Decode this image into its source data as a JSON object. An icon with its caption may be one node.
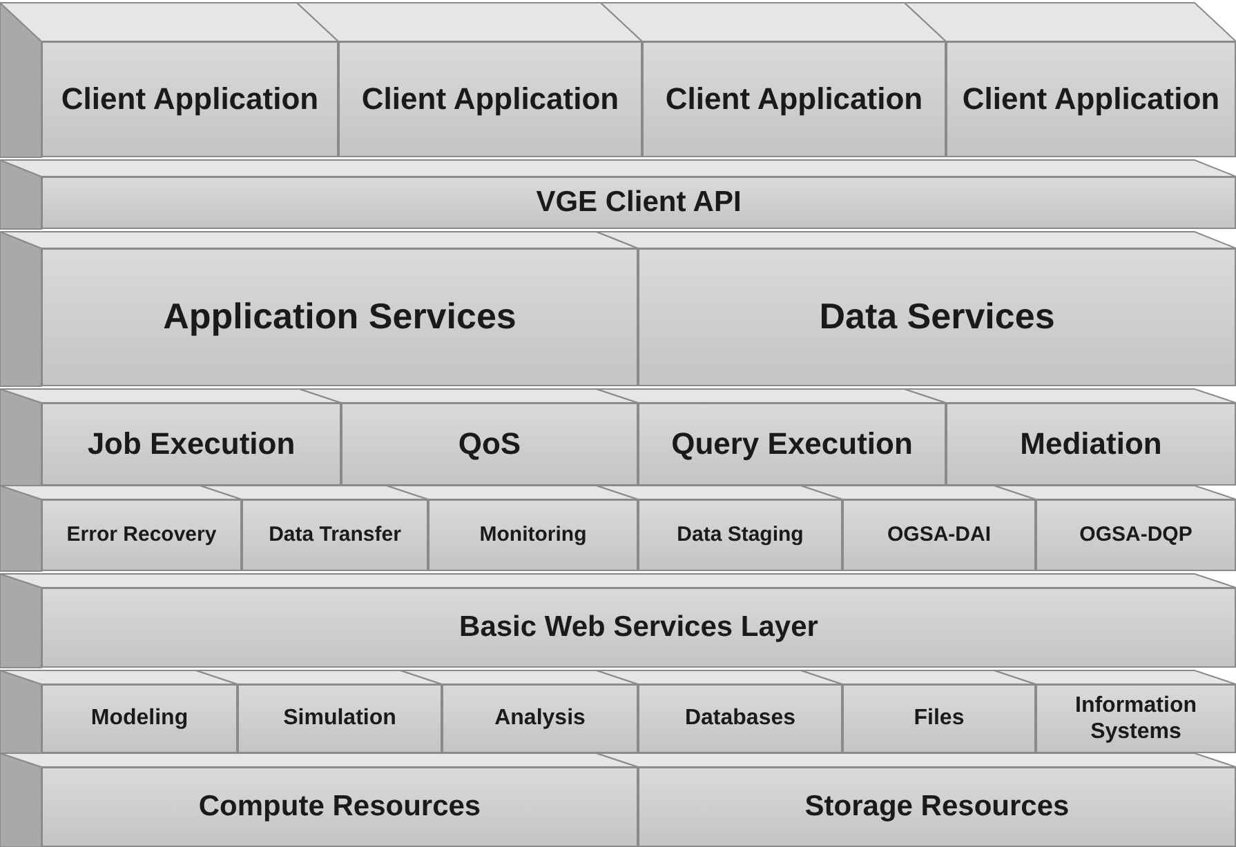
{
  "diagram": {
    "nodes": [
      {
        "text": [
          "Client Application"
        ]
      },
      {
        "text": [
          "Client Application"
        ]
      },
      {
        "text": [
          "Client Application"
        ]
      },
      {
        "text": [
          "Client Application"
        ]
      },
      {
        "text": [
          "VGE Client API"
        ]
      },
      {
        "text": [
          "Application Services"
        ]
      },
      {
        "text": [
          "Data Services"
        ]
      },
      {
        "text": [
          "Job Execution"
        ]
      },
      {
        "text": [
          "QoS"
        ]
      },
      {
        "text": [
          "Query Execution"
        ]
      },
      {
        "text": [
          "Mediation"
        ]
      },
      {
        "text": [
          "Error Recovery"
        ]
      },
      {
        "text": [
          "Data Transfer"
        ]
      },
      {
        "text": [
          "Monitoring"
        ]
      },
      {
        "text": [
          "Data Staging"
        ]
      },
      {
        "text": [
          "OGSA-DAI"
        ]
      },
      {
        "text": [
          "OGSA-DQP"
        ]
      },
      {
        "text": [
          "Basic Web Services Layer"
        ]
      },
      {
        "text": [
          "Modeling"
        ]
      },
      {
        "text": [
          "Simulation"
        ]
      },
      {
        "text": [
          "Analysis"
        ]
      },
      {
        "text": [
          "Databases"
        ]
      },
      {
        "text": [
          "Files"
        ]
      },
      {
        "text": [
          "Information Systems"
        ]
      },
      {
        "text": [
          "Compute Resources"
        ]
      },
      {
        "text": [
          "Storage Resources"
        ]
      }
    ]
  }
}
